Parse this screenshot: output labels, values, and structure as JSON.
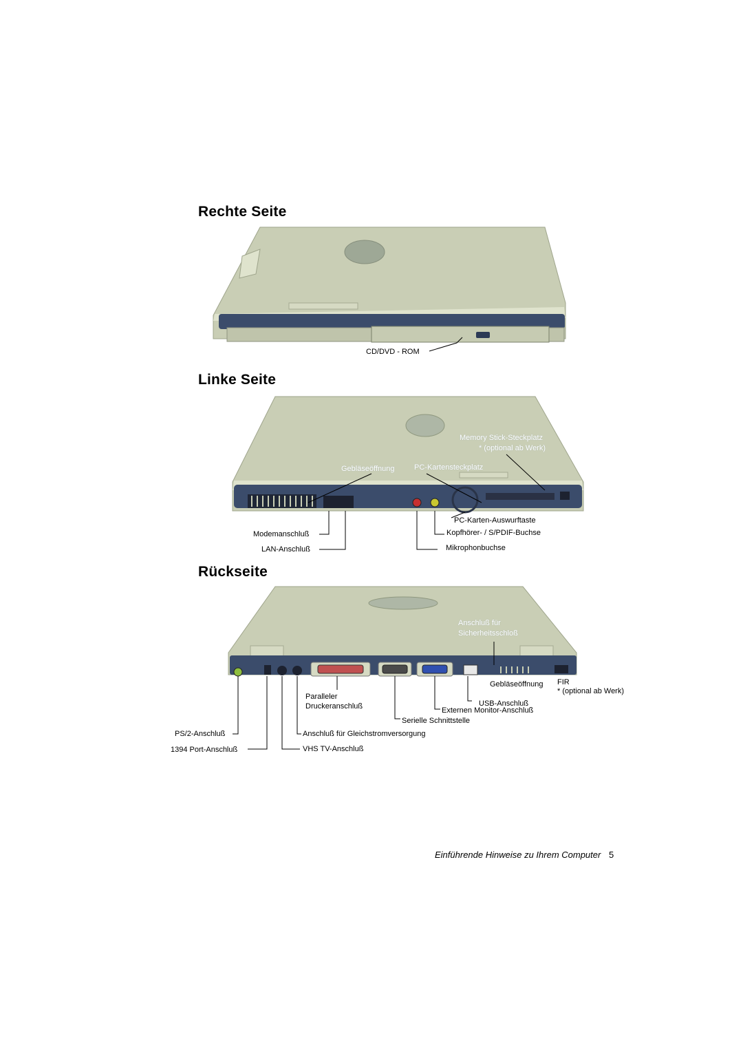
{
  "sections": {
    "right": {
      "title": "Rechte Seite",
      "labels": {
        "cd": "CD/DVD - ROM"
      }
    },
    "left": {
      "title": "Linke Seite",
      "labels": {
        "memory_stick": "Memory Stick-Steckplatz",
        "optional": "* (optional ab Werk)",
        "fan": "Gebläseöffnung",
        "pc_card_slot": "PC-Kartensteckplatz",
        "pc_card_eject": "PC-Karten-Auswurftaste",
        "headphone": "Kopfhörer- / S/PDIF-Buchse",
        "microphone": "Mikrophonbuchse",
        "modem": "Modemanschluß",
        "lan": "LAN-Anschluß"
      }
    },
    "back": {
      "title": "Rückseite",
      "labels": {
        "security_1": "Anschluß für",
        "security_2": "Sicherheitsschloß",
        "fan": "Gebläseöffnung",
        "fir": "FIR",
        "optional": "* (optional ab Werk)",
        "parallel_1": "Paralleler",
        "parallel_2": "Druckeranschluß",
        "usb": "USB-Anschluß",
        "monitor": "Externen Monitor-Anschluß",
        "serial": "Serielle Schnittstelle",
        "ps2": "PS/2-Anschluß",
        "dc": "Anschluß für Gleichstromversorgung",
        "port1394": "1394 Port-Anschluß",
        "vhs": "VHS TV-Anschluß"
      }
    }
  },
  "footer": {
    "text": "Einführende Hinweise zu Ihrem Computer",
    "page": "5"
  },
  "colors": {
    "lid": "#c9ceb5",
    "lid_dark": "#a9af96",
    "base_strip": "#3b4c6b",
    "leader": "#000000"
  }
}
